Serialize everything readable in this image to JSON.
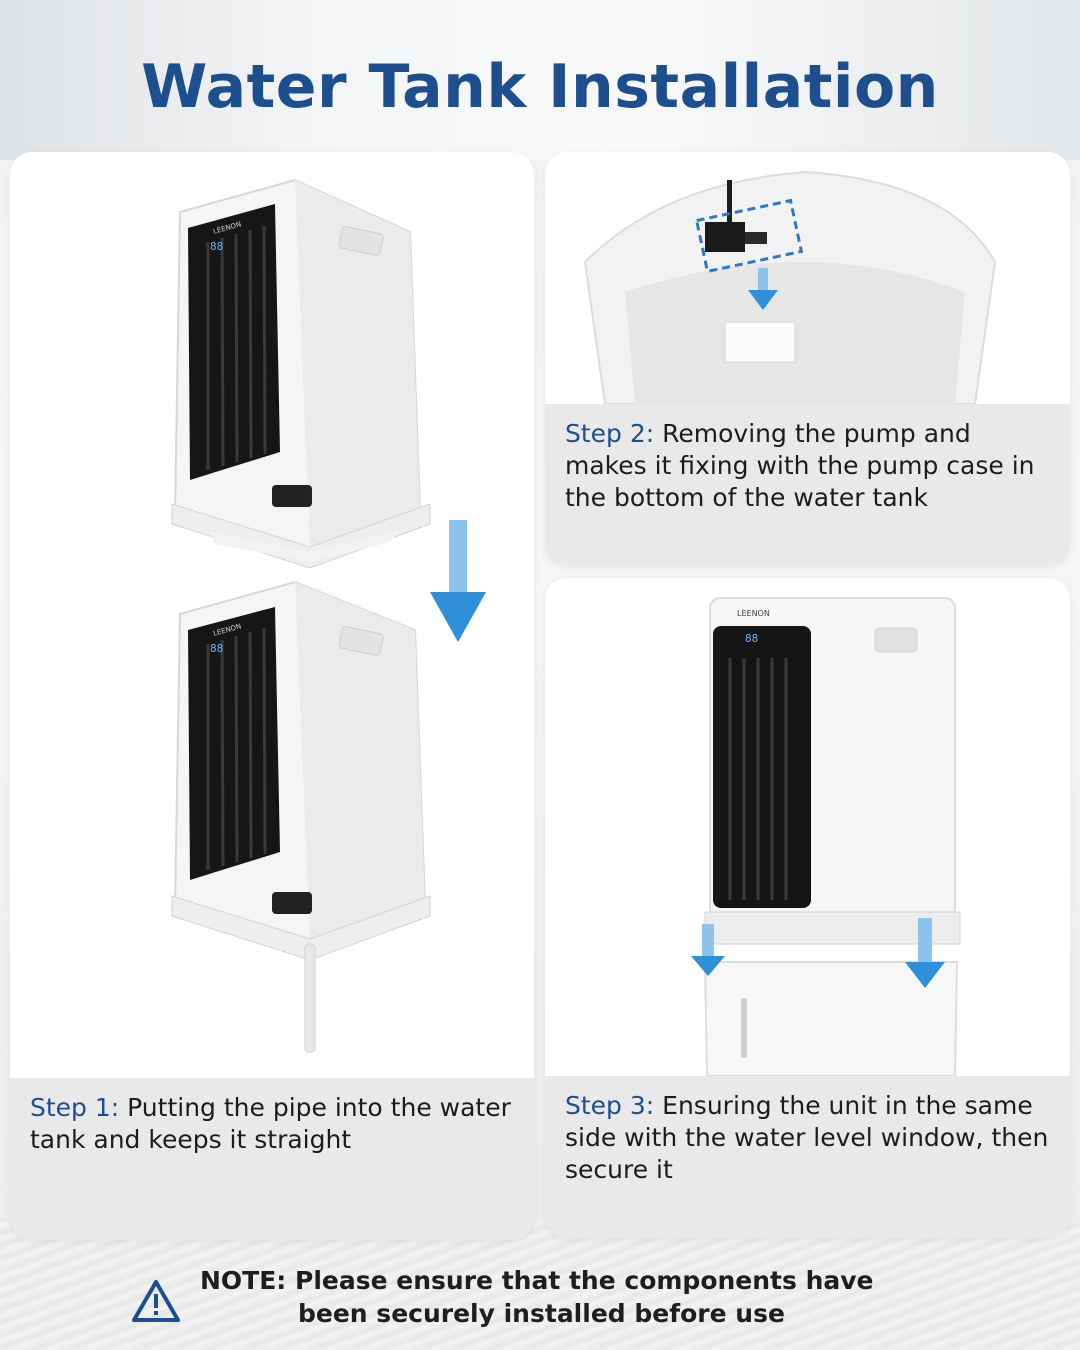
{
  "title": "Water Tank Installation",
  "brand": "LEENON",
  "display_digits": "88",
  "steps": [
    {
      "label": "Step 1:",
      "text": "Putting the pipe into the water tank and keeps it straight"
    },
    {
      "label": "Step 2:",
      "text": "Removing the pump and makes it fixing with the pump case in the bottom of the water tank"
    },
    {
      "label": "Step 3:",
      "text": "Ensuring the unit in the same side with the water level window, then secure it"
    }
  ],
  "note": {
    "label": "NOTE:",
    "line1": "Please ensure that the components have",
    "line2": "been securely installed before use"
  },
  "colors": {
    "accent": "#1d4f8e",
    "arrow": "#2f8fd8",
    "caption_bg": "#e9e9e9"
  },
  "icons": [
    "down-arrow-icon",
    "warning-icon"
  ]
}
